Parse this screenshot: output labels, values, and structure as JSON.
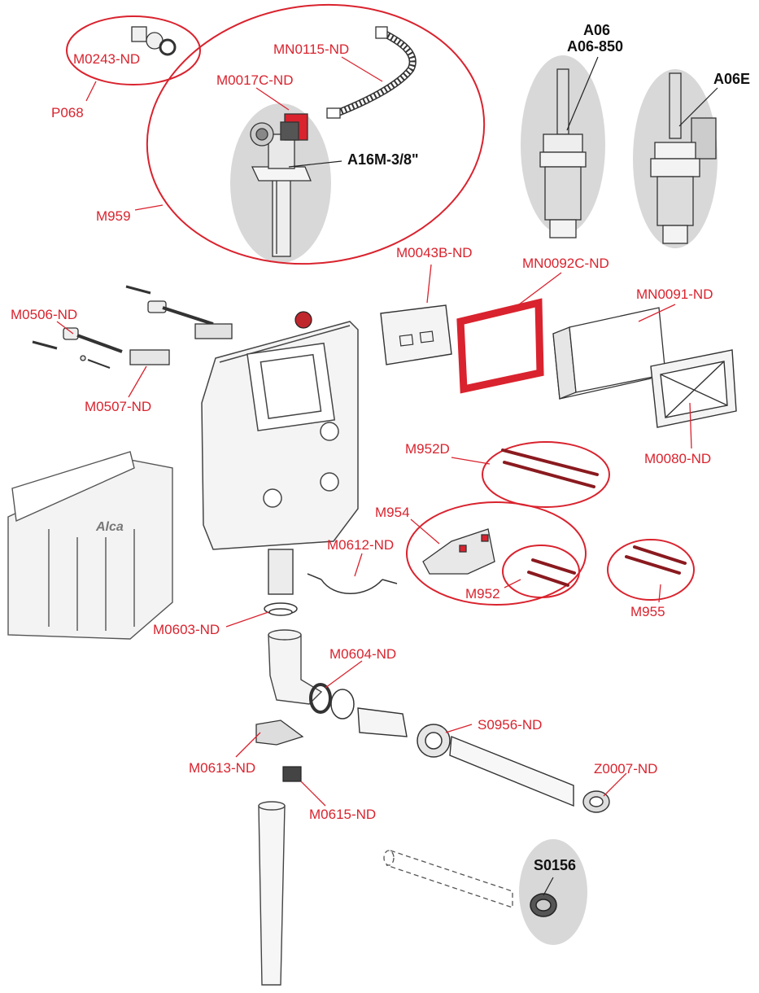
{
  "colors": {
    "accent": "#d9232e",
    "leader_dark": "#222222",
    "part_fill": "#f2f2f2",
    "part_stroke": "#333333",
    "highlight_bg": "#d8d8d8"
  },
  "brand": "Alca",
  "labels": {
    "m0243": "M0243-ND",
    "p068": "P068",
    "mn0115": "MN0115-ND",
    "m0017c": "M0017C-ND",
    "a16m": "A16M-3/8\"",
    "m959": "M959",
    "a06": "A06",
    "a06_850": "A06-850",
    "a06e": "A06E",
    "m0043b": "M0043B-ND",
    "mn0092c": "MN0092C-ND",
    "mn0091": "MN0091-ND",
    "m0506": "M0506-ND",
    "m0507": "M0507-ND",
    "m0080": "M0080-ND",
    "m952d": "M952D",
    "m954": "M954",
    "m0612": "M0612-ND",
    "m952": "M952",
    "m955": "M955",
    "m0603": "M0603-ND",
    "m0604": "M0604-ND",
    "s0956": "S0956-ND",
    "m0613": "M0613-ND",
    "z0007": "Z0007-ND",
    "m0615": "M0615-ND",
    "s0156": "S0156"
  }
}
